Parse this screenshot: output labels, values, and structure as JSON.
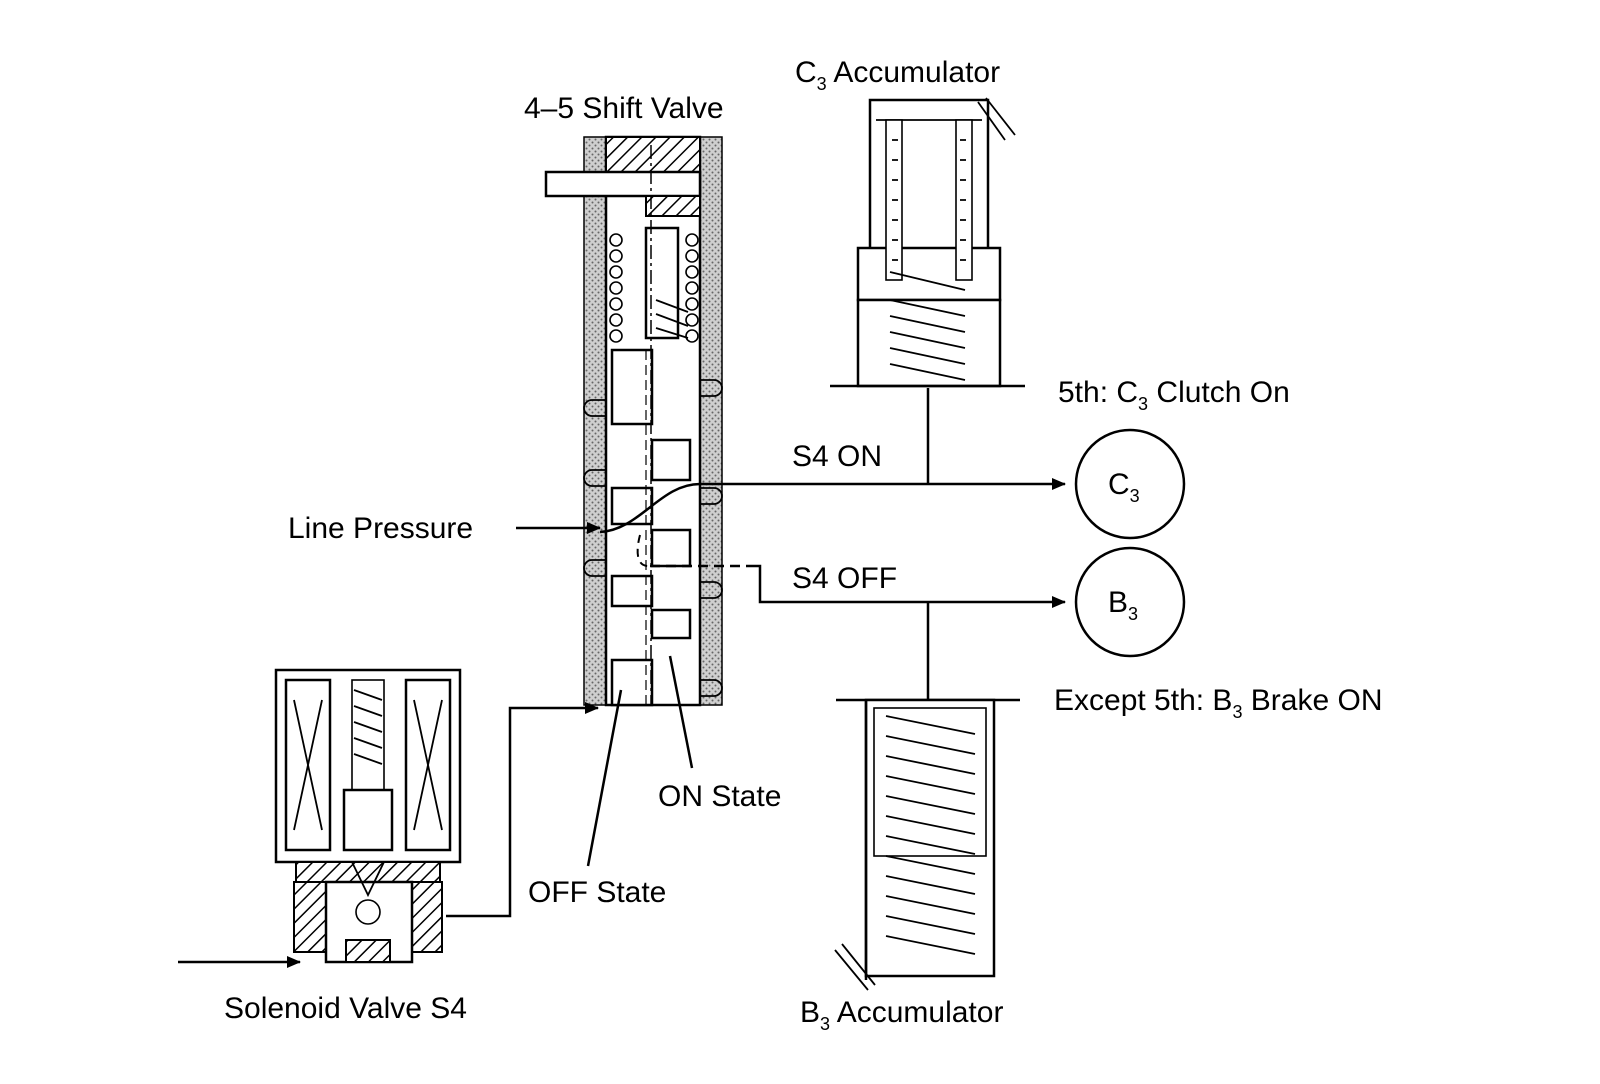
{
  "labels": {
    "c3_accumulator": {
      "main": "C",
      "sub": "3",
      "rest": " Accumulator"
    },
    "shift_valve": "4–5 Shift Valve",
    "fifth_c3": {
      "pre": "5th: C",
      "sub": "3",
      "rest": " Clutch On"
    },
    "s4_on": "S4 ON",
    "s4_off": "S4 OFF",
    "line_pressure": "Line Pressure",
    "c3_circle": {
      "main": "C",
      "sub": "3"
    },
    "b3_circle": {
      "main": "B",
      "sub": "3"
    },
    "except_fifth_b3": {
      "pre": "Except 5th: B",
      "sub": "3",
      "rest": " Brake ON"
    },
    "on_state": "ON State",
    "off_state": "OFF State",
    "solenoid": "Solenoid Valve S4",
    "b3_accumulator": {
      "main": "B",
      "sub": "3",
      "rest": " Accumulator"
    }
  }
}
